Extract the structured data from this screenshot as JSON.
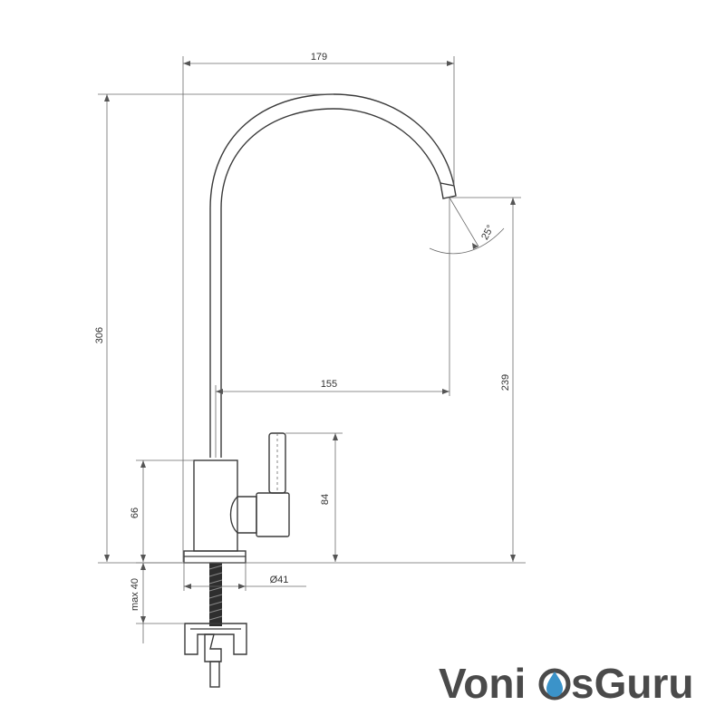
{
  "dimensions": {
    "width_179": "179",
    "height_306": "306",
    "angle_25": "25°",
    "reach_155": "155",
    "height_239": "239",
    "body_66": "66",
    "handle_84": "84",
    "base_dia": "Ø41",
    "max_40": "max 40"
  },
  "logo": {
    "part1": "Voni",
    "part2": "sGuru",
    "text_color": "#4a4a4a",
    "drop_color": "#3b93c9"
  }
}
